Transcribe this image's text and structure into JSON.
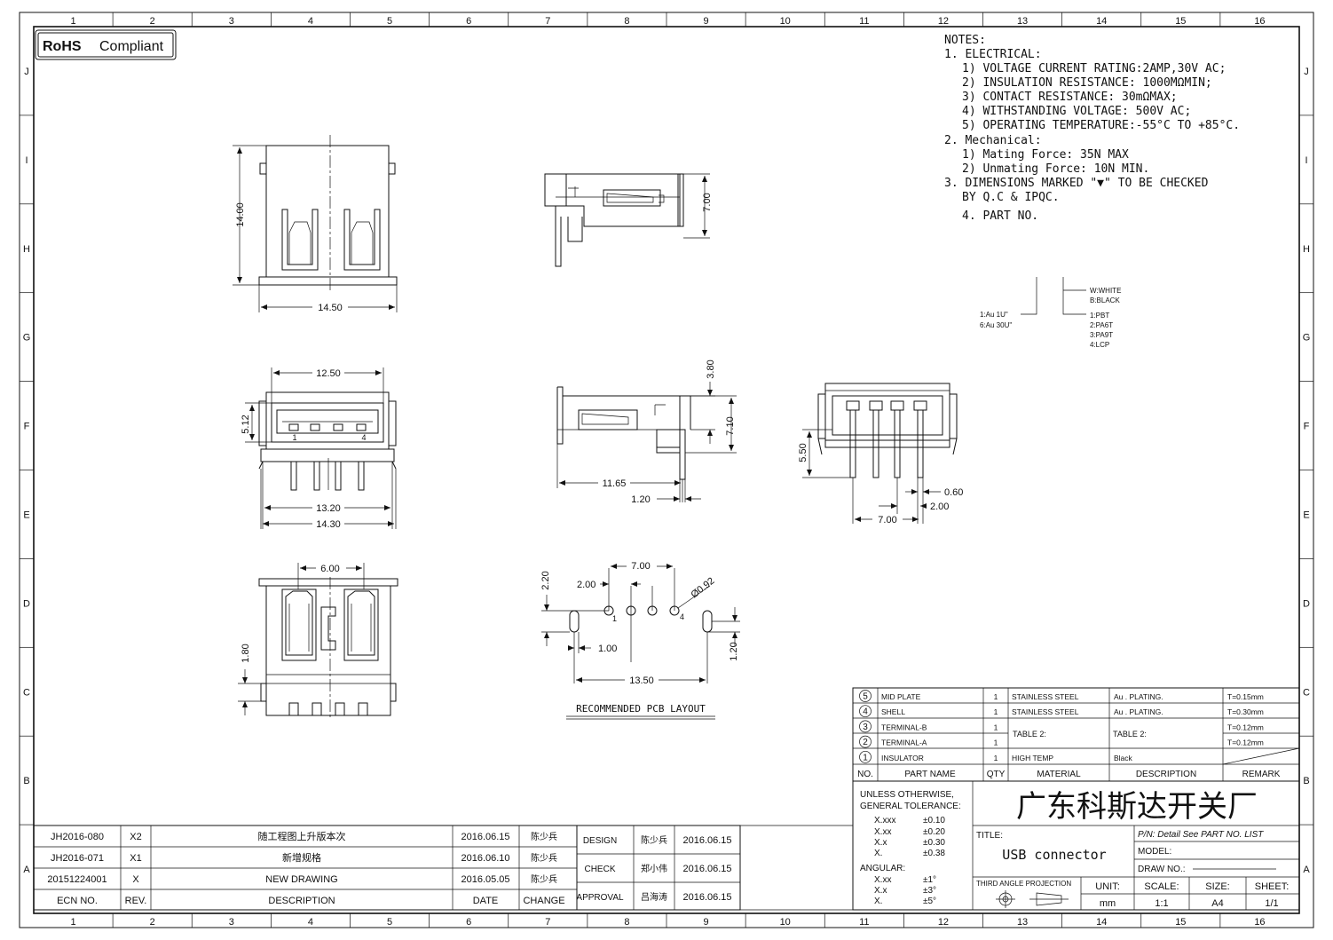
{
  "border": {
    "columns": [
      "1",
      "2",
      "3",
      "4",
      "5",
      "6",
      "7",
      "8",
      "9",
      "10",
      "11",
      "12",
      "13",
      "14",
      "15",
      "16"
    ],
    "rows": [
      "J",
      "I",
      "H",
      "G",
      "F",
      "E",
      "D",
      "C",
      "B",
      "A"
    ]
  },
  "rohs": {
    "bold": "RoHS",
    "text": "Compliant"
  },
  "notes": {
    "lines": [
      "NOTES:",
      "1. ELECTRICAL:",
      "1) VOLTAGE CURRENT RATING:2AMP,30V AC;",
      "2) INSULATION RESISTANCE: 1000MΩMIN;",
      "3) CONTACT RESISTANCE: 30mΩMAX;",
      "4) WITHSTANDING VOLTAGE: 500V AC;",
      "5) OPERATING TEMPERATURE:-55°C TO +85°C.",
      "2. Mechanical:",
      "1) Mating Force: 35N  MAX",
      "2) Unmating Force: 10N  MIN.",
      "3. DIMENSIONS MARKED \"▼\" TO BE CHECKED",
      "BY Q.C & IPQC.",
      "4. PART NO."
    ]
  },
  "part_code": {
    "right1": "W:WHITE",
    "right2": "B:BLACK",
    "left1": "1:Au 1U\"",
    "left2": "6:Au 30U\"",
    "mat1": "1:PBT",
    "mat2": "2:PA6T",
    "mat3": "3:PA9T",
    "mat4": "4:LCP"
  },
  "dims": {
    "d1400": "14.00",
    "d1450": "14.50",
    "d700a": "7.00",
    "d1250": "12.50",
    "d512": "5.12",
    "d1320": "13.20",
    "d1430": "14.30",
    "d380": "3.80",
    "d710": "7.10",
    "d1165": "11.65",
    "d120a": "1.20",
    "d550": "5.50",
    "d060": "0.60",
    "d200a": "2.00",
    "d700b": "7.00",
    "d600": "6.00",
    "d180": "1.80",
    "d220": "2.20",
    "d700c": "7.00",
    "d200b": "2.00",
    "d092": "Ø0.92",
    "d100": "1.00",
    "d120b": "1.20",
    "d1350": "13.50",
    "pin1": "1",
    "pin4": "4",
    "pcb1": "1",
    "pcb4": "4"
  },
  "pcb_label": "RECOMMENDED PCB LAYOUT",
  "bom": {
    "rows": [
      {
        "no": "5",
        "name": "MID PLATE",
        "qty": "1",
        "material": "STAINLESS STEEL",
        "desc": "Au . PLATING.",
        "remark": "T=0.15mm"
      },
      {
        "no": "4",
        "name": "SHELL",
        "qty": "1",
        "material": "STAINLESS STEEL",
        "desc": "Au . PLATING.",
        "remark": "T=0.30mm"
      },
      {
        "no": "3",
        "name": "TERMINAL-B",
        "qty": "1",
        "material": "",
        "desc": "",
        "remark": "T=0.12mm"
      },
      {
        "no": "2",
        "name": "TERMINAL-A",
        "qty": "1",
        "material": "",
        "desc": "",
        "remark": "T=0.12mm"
      },
      {
        "no": "1",
        "name": "INSULATOR",
        "qty": "1",
        "material": "HIGH TEMP",
        "desc": "Black",
        "remark": ""
      }
    ],
    "table2_mat": "TABLE 2:",
    "table2_desc": "TABLE 2:",
    "header": {
      "no": "NO.",
      "name": "PART NAME",
      "qty": "QTY",
      "material": "MATERIAL",
      "desc": "DESCRIPTION",
      "remark": "REMARK"
    }
  },
  "tolerance": {
    "title1": "UNLESS OTHERWISE,",
    "title2": "GENERAL TOLERANCE:",
    "rows": [
      {
        "k": "X.xxx",
        "v": "±0.10"
      },
      {
        "k": "X.xx",
        "v": "±0.20"
      },
      {
        "k": "X.x",
        "v": "±0.30"
      },
      {
        "k": "X.",
        "v": "±0.38"
      }
    ],
    "angular": "ANGULAR:",
    "arows": [
      {
        "k": "X.xx",
        "v": "±1°"
      },
      {
        "k": "X.x",
        "v": "±3°"
      },
      {
        "k": "X.",
        "v": "±5°"
      }
    ]
  },
  "title_block": {
    "company": "广东科斯达开关厂",
    "title_label": "TITLE:",
    "title": "USB connector",
    "pn": "P/N: Detail  See  PART  NO.  LIST",
    "model": "MODEL:",
    "draw_no": "DRAW  NO.:",
    "projection": "THIRD  ANGLE  PROJECTION",
    "unit_label": "UNIT:",
    "unit": "mm",
    "scale_label": "SCALE:",
    "scale": "1:1",
    "size_label": "SIZE:",
    "size": "A4",
    "sheet_label": "SHEET:",
    "sheet": "1/1"
  },
  "revisions": {
    "rows": [
      {
        "ecn": "JH2016-080",
        "rev": "X2",
        "desc": "随工程图上升版本次",
        "date": "2016.06.15",
        "change": "陈少兵"
      },
      {
        "ecn": "JH2016-071",
        "rev": "X1",
        "desc": "新增规格",
        "date": "2016.06.10",
        "change": "陈少兵"
      },
      {
        "ecn": "20151224001",
        "rev": "X",
        "desc": "NEW  DRAWING",
        "date": "2016.05.05",
        "change": "陈少兵"
      }
    ],
    "header": {
      "ecn": "ECN  NO.",
      "rev": "REV.",
      "desc": "DESCRIPTION",
      "date": "DATE",
      "change": "CHANGE"
    }
  },
  "approvals": [
    {
      "role": "DESIGN",
      "name": "陈少兵",
      "date": "2016.06.15"
    },
    {
      "role": "CHECK",
      "name": "郑小伟",
      "date": "2016.06.15"
    },
    {
      "role": "APPROVAL",
      "name": "吕海涛",
      "date": "2016.06.15"
    }
  ]
}
